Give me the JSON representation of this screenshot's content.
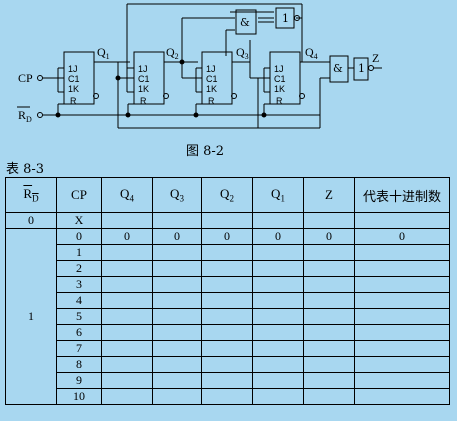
{
  "figure": {
    "caption": "图 8-2",
    "inputs": {
      "cp": "CP",
      "rd": "R",
      "rd_sub": "D"
    },
    "flipflops": [
      {
        "j": "1J",
        "c": "C1",
        "k": "1K",
        "r": "R",
        "output": "Q",
        "output_sub": "1"
      },
      {
        "j": "1J",
        "c": "C1",
        "k": "1K",
        "r": "R",
        "output": "Q",
        "output_sub": "2"
      },
      {
        "j": "1J",
        "c": "C1",
        "k": "1K",
        "r": "R",
        "output": "Q",
        "output_sub": "3"
      },
      {
        "j": "1J",
        "c": "C1",
        "k": "1K",
        "r": "R",
        "output": "Q",
        "output_sub": "4"
      }
    ],
    "gates": {
      "and_top": "&",
      "not_top": "1",
      "and_out": "&",
      "not_out": "1"
    },
    "output_label": "Z"
  },
  "table": {
    "title": "表 8-3",
    "headers": {
      "rd": "R",
      "rd_sub": "D",
      "cp": "CP",
      "q4": "Q",
      "q4_sub": "4",
      "q3": "Q",
      "q3_sub": "3",
      "q2": "Q",
      "q2_sub": "2",
      "q1": "Q",
      "q1_sub": "1",
      "z": "Z",
      "dec": "代表十进制数"
    },
    "reset_row": {
      "rd": "0",
      "cp": "X"
    },
    "rd_group": "1",
    "rows": [
      {
        "cp": "0",
        "q4": "0",
        "q3": "0",
        "q2": "0",
        "q1": "0",
        "z": "0",
        "dec": "0"
      },
      {
        "cp": "1",
        "q4": "",
        "q3": "",
        "q2": "",
        "q1": "",
        "z": "",
        "dec": ""
      },
      {
        "cp": "2",
        "q4": "",
        "q3": "",
        "q2": "",
        "q1": "",
        "z": "",
        "dec": ""
      },
      {
        "cp": "3",
        "q4": "",
        "q3": "",
        "q2": "",
        "q1": "",
        "z": "",
        "dec": ""
      },
      {
        "cp": "4",
        "q4": "",
        "q3": "",
        "q2": "",
        "q1": "",
        "z": "",
        "dec": ""
      },
      {
        "cp": "5",
        "q4": "",
        "q3": "",
        "q2": "",
        "q1": "",
        "z": "",
        "dec": ""
      },
      {
        "cp": "6",
        "q4": "",
        "q3": "",
        "q2": "",
        "q1": "",
        "z": "",
        "dec": ""
      },
      {
        "cp": "7",
        "q4": "",
        "q3": "",
        "q2": "",
        "q1": "",
        "z": "",
        "dec": ""
      },
      {
        "cp": "8",
        "q4": "",
        "q3": "",
        "q2": "",
        "q1": "",
        "z": "",
        "dec": ""
      },
      {
        "cp": "9",
        "q4": "",
        "q3": "",
        "q2": "",
        "q1": "",
        "z": "",
        "dec": ""
      },
      {
        "cp": "10",
        "q4": "",
        "q3": "",
        "q2": "",
        "q1": "",
        "z": "",
        "dec": ""
      }
    ]
  }
}
